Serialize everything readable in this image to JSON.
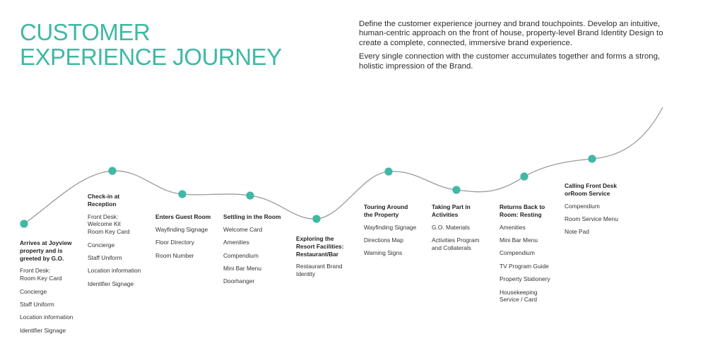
{
  "header": {
    "title_line1": "CUSTOMER",
    "title_line2": "EXPERIENCE JOURNEY",
    "intro_p1": "Define the customer experience journey and brand touchpoints. Develop an intuitive, human-centric approach on the front of house, property-level Brand Identity Design to create a complete, connected, immersive brand experience.",
    "intro_p2": "Every single connection with the customer accumulates together and forms a strong, holistic impression of the Brand."
  },
  "colors": {
    "accent": "#3fb8a4",
    "curve": "#9a9a9a"
  },
  "stages": [
    {
      "title": "Arrives at Joyview property and is greeted by G.O.",
      "touchpoints": [
        "Front Desk: Room Key Card",
        "Concierge",
        "Staff Uniform",
        "Location information",
        "Identifier Signage"
      ]
    },
    {
      "title": "Check-in at Reception",
      "touchpoints": [
        "Front Desk: Welcome Kit Room Key Card",
        "Concierge",
        "Staff Uniform",
        "Location information",
        "Identifier Signage"
      ]
    },
    {
      "title": "Enters Guest Room",
      "touchpoints": [
        "Wayfinding Signage",
        "Floor Directory",
        "Room Number"
      ]
    },
    {
      "title": "Settling in the Room",
      "touchpoints": [
        "Welcome Card",
        "Amenities",
        "Compendium",
        "Mini Bar Menu",
        "Doorhanger"
      ]
    },
    {
      "title": "Exploring the Resort Facilities: Restaurant/Bar",
      "touchpoints": [
        "Restaurant Brand Identity"
      ]
    },
    {
      "title": "Touring Around the Property",
      "touchpoints": [
        "Wayfinding Signage",
        "Directions Map",
        "Warning Signs"
      ]
    },
    {
      "title": "Taking Part in Activities",
      "touchpoints": [
        "G.O. Materials",
        "Activities Program and Collaterals"
      ]
    },
    {
      "title": "Returns Back to Room: Resting",
      "touchpoints": [
        "Amenities",
        "Mini Bar Menu",
        "Compendium",
        "TV Program Guide",
        "Property Stationery",
        "Housekeeping Service / Card"
      ]
    },
    {
      "title": "Calling Front Desk orRoom Service",
      "touchpoints": [
        "Compendium",
        "Room Service Menu",
        "Note Pad"
      ]
    }
  ]
}
